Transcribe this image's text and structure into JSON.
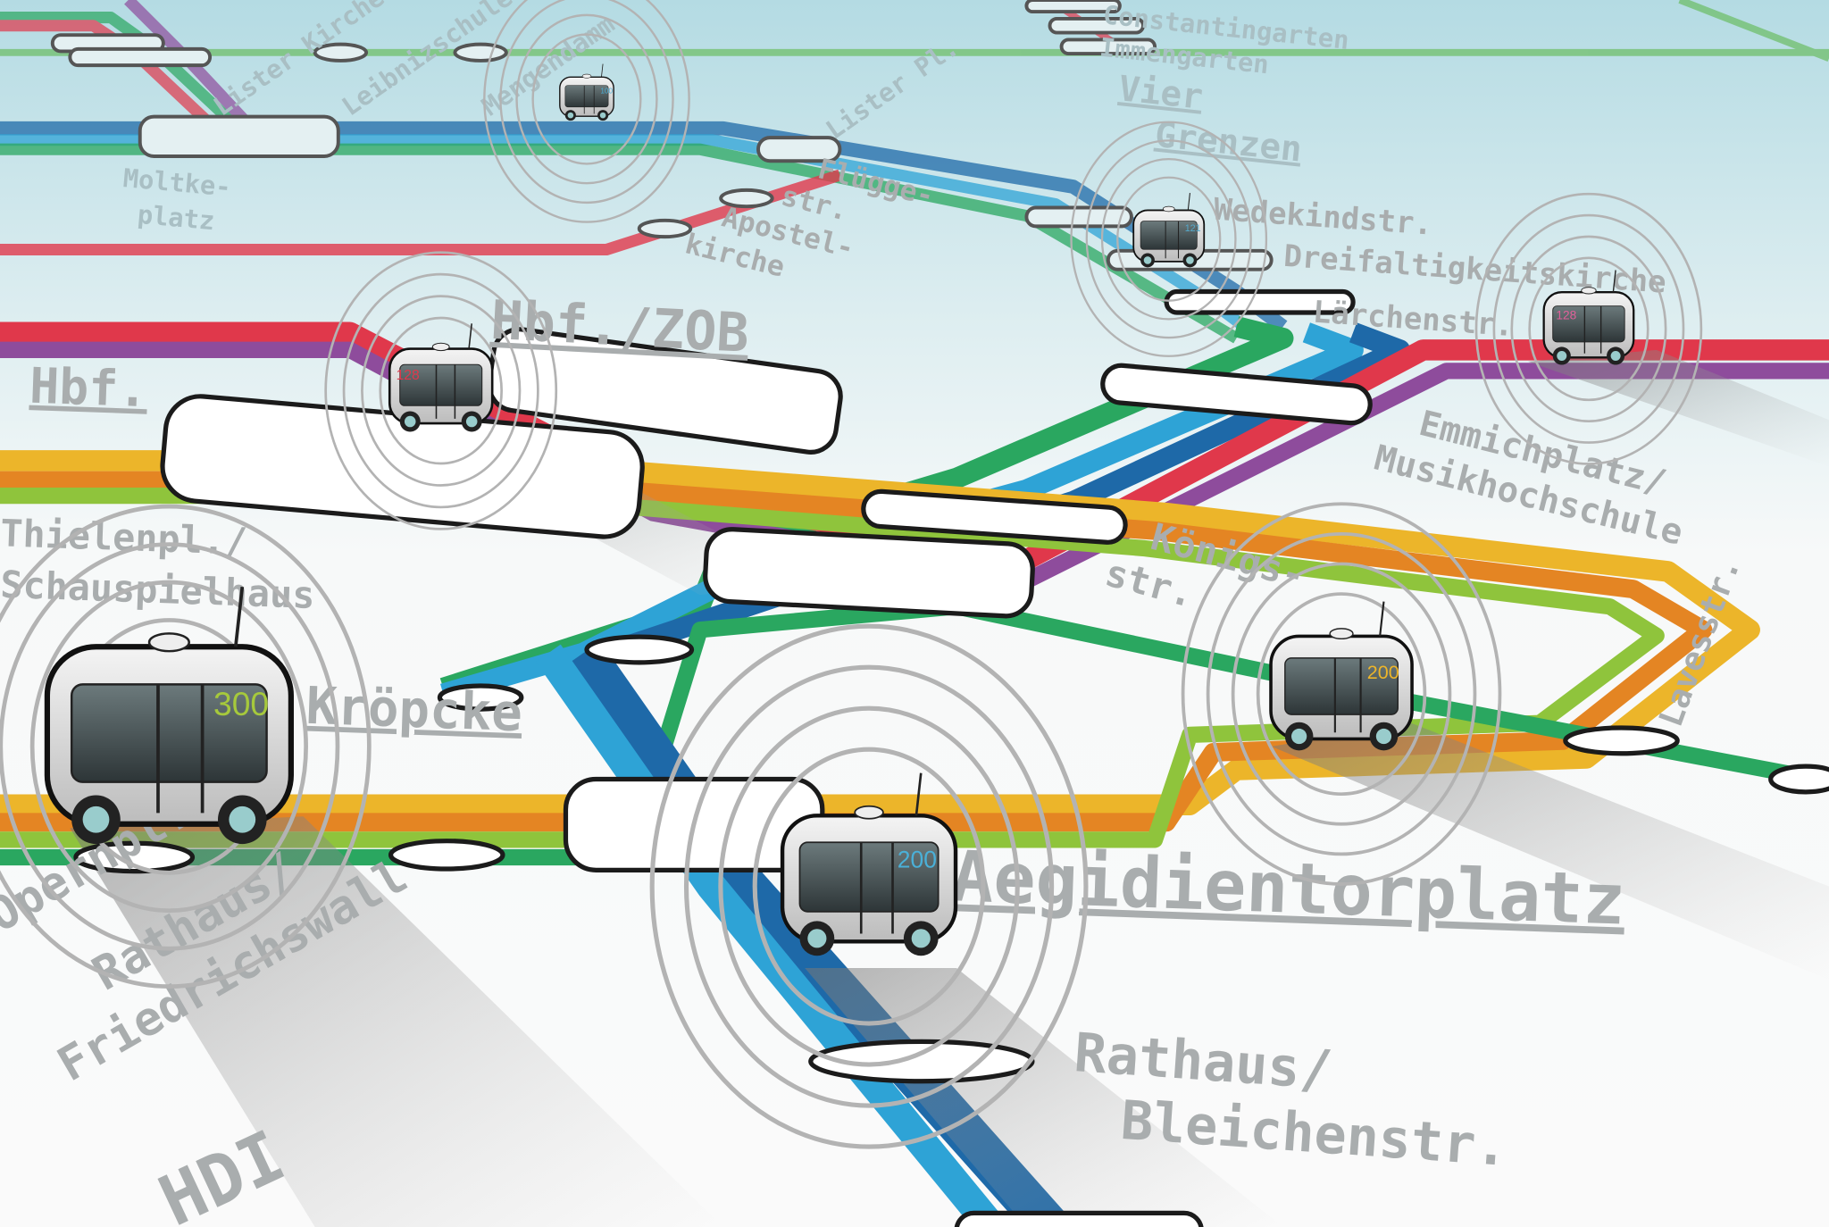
{
  "colors": {
    "red": "#e0384b",
    "purple": "#8e4c9c",
    "blue_dark": "#1e69a8",
    "blue_light": "#2ea3d6",
    "green": "#2aa760",
    "yellow": "#ecb52a",
    "orange": "#e48523",
    "lime": "#8fc43c",
    "sky_top": "#b9dde4"
  },
  "stations": {
    "constantin": "Constantingarten",
    "immen": "Immengarten",
    "vier": "Vier",
    "grenzen": "Grenzen",
    "lister_kirche": "Lister Kirche",
    "leibniz": "Leibnizschule",
    "menge": "Mengendamm",
    "moltke1": "Moltke-",
    "moltke2": "platz",
    "lister_pl": "Lister Pl.",
    "fluegge1": "Flügge-",
    "fluegge2": "str.",
    "apostel1": "Apostel-",
    "apostel2": "kirche",
    "hbf_zob": "Hbf./ZOB",
    "hbf": "Hbf.",
    "wedekind": "Wedekindstr.",
    "dreifalt": "Dreifaltigkeitskirche",
    "laerchen": "Lärchenstr.",
    "emmich1": "Emmichplatz/",
    "emmich2": "Musikhochschule",
    "thielen1": "Thielenpl./",
    "thielen2": "Schauspielhaus",
    "koenig1": "Königs-",
    "koenig2": "str.",
    "kroepcke": "Kröpcke",
    "laves": "Lavesstr.",
    "aegidien": "Aegidientorplatz",
    "rathaus_fw1": "Rathaus/",
    "rathaus_fw2": "Friedrichswall",
    "rathaus_bl1": "Rathaus/",
    "rathaus_bl2": "Bleichenstr.",
    "oper": "Opernpl.",
    "hdi": "HDI"
  },
  "buses": [
    {
      "id": "bus-top",
      "number": "100"
    },
    {
      "id": "bus-wedekind",
      "number": "121"
    },
    {
      "id": "bus-hbf",
      "number": "128"
    },
    {
      "id": "bus-right",
      "number": "128"
    },
    {
      "id": "bus-left",
      "number": "300"
    },
    {
      "id": "bus-koenig",
      "number": "200"
    },
    {
      "id": "bus-center",
      "number": "200"
    }
  ]
}
